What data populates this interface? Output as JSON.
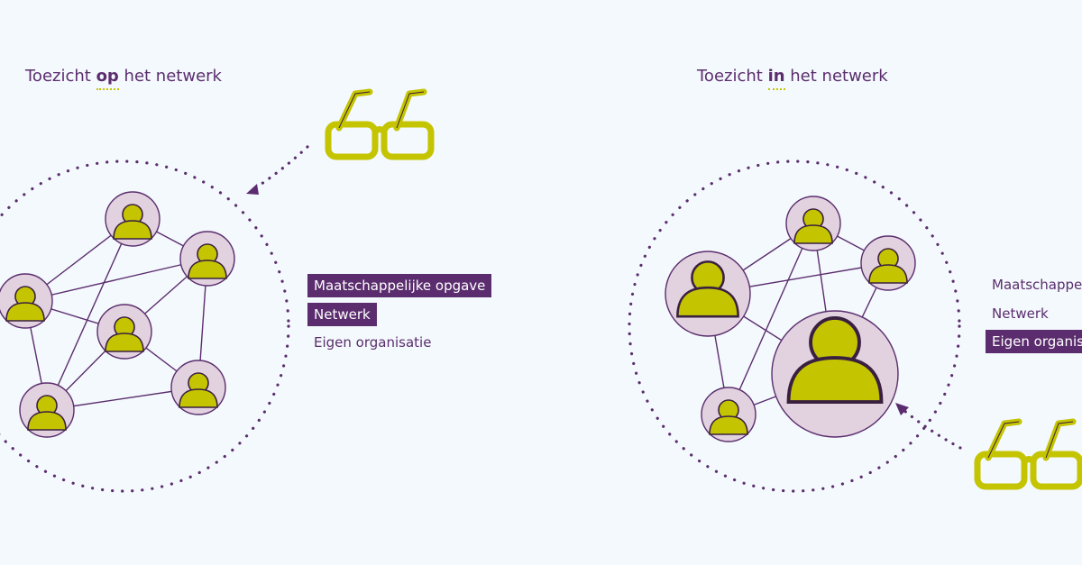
{
  "left_panel": {
    "title_pre": "Toezicht ",
    "title_keyword": "op",
    "title_post": " het netwerk",
    "labels": [
      "Maatschappelijke opgave",
      "Netwerk",
      "Eigen organisatie"
    ]
  },
  "right_panel": {
    "title_pre": "Toezicht ",
    "title_keyword": "in",
    "title_post": " het netwerk",
    "labels": [
      "Maatschappelijke opgave",
      "Netwerk",
      "Eigen organisatie"
    ]
  },
  "colors": {
    "background": "#f3f9fc",
    "purple": "#5b2d6e",
    "node_fill": "#e2d2e0",
    "person_fill": "#c4c400",
    "glasses": "#c4c400"
  },
  "icons": [
    "person-icon",
    "glasses-icon"
  ]
}
